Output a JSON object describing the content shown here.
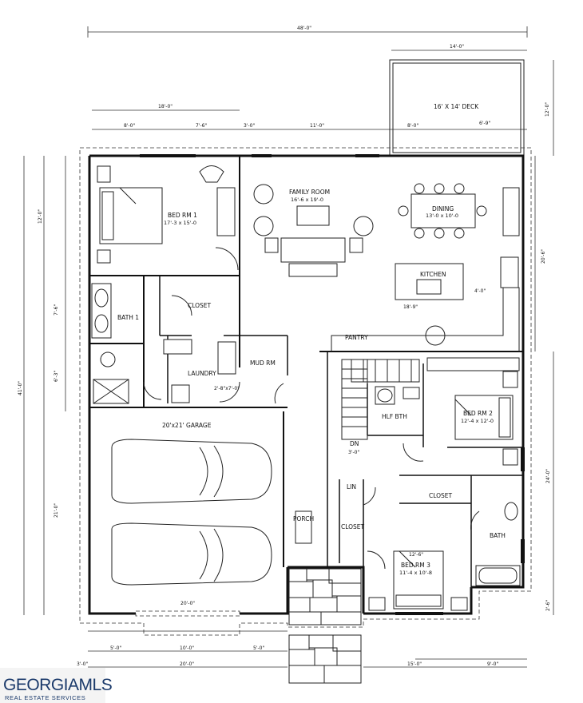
{
  "rooms": {
    "family_room": {
      "name": "FAMILY ROOM",
      "size": "16'-6 x 19'-0"
    },
    "dining": {
      "name": "DINING",
      "size": "13'-0 x 10'-0"
    },
    "kitchen": {
      "name": "KITCHEN"
    },
    "bedroom_main": {
      "name": "BED RM 1",
      "size": "17'-3 x 15'-0"
    },
    "bath_main": {
      "name": "BATH 1"
    },
    "closet_main": {
      "name": "CLOSET"
    },
    "laundry": {
      "name": "LAUNDRY"
    },
    "mud_room": {
      "name": "MUD RM"
    },
    "garage": {
      "name": "20'x21' GARAGE"
    },
    "half_bath": {
      "name": "HLF BTH"
    },
    "bedroom_2": {
      "name": "BED RM 2",
      "size": "12'-4 x 12'-0"
    },
    "bedroom_3": {
      "name": "BED RM 3",
      "size": "11'-4 x 10'-8"
    },
    "bath_2": {
      "name": "BATH"
    },
    "closet_2": {
      "name": "CLOSET"
    },
    "closet_3": {
      "name": "CLOSET"
    },
    "linen": {
      "name": "LIN"
    },
    "pantry": {
      "name": "PANTRY"
    },
    "porch": {
      "name": "PORCH"
    },
    "deck": {
      "name": "16' X 14' DECK"
    },
    "stair_down": {
      "name": "DN"
    }
  },
  "dimensions": {
    "overall_width": "48'-0\"",
    "deck_width": "14'-0\"",
    "left_wing": "18'-0\"",
    "top_seg1": "8'-0\"",
    "top_seg2": "7'-6\"",
    "top_seg3": "3'-0\"",
    "top_seg4": "11'-0\"",
    "top_seg5": "8'-0\"",
    "top_seg6": "6'-9\"",
    "deck_depth": "12'-0\"",
    "overall_depth": "41'-0\"",
    "left_upper": "12'-0\"",
    "left_bath": "7'-6\"",
    "left_laundry": "6'-3\"",
    "left_garage": "21'-0\"",
    "right_upper": "20'-6\"",
    "right_lower": "24'-0\"",
    "right_step": "2'-6\"",
    "garage_width": "20'-0\"",
    "bottom_seg1": "5'-0\"",
    "bottom_seg2": "10'-0\"",
    "bottom_seg3": "5'-0\"",
    "bottom_total_left": "20'-0\"",
    "bottom_small": "3'-0\"",
    "bottom_right1": "15'-0\"",
    "bottom_right2": "9'-0\"",
    "kitchen_counter": "18'-9\"",
    "kitchen_island": "4'-0\"",
    "door_width": "2'-8\"x7'-0\"",
    "stair_width": "3'-0\"",
    "bed3_width": "12'-6\""
  },
  "logo": {
    "main": "GEORGIAMLS",
    "sub": "REAL ESTATE SERVICES"
  }
}
